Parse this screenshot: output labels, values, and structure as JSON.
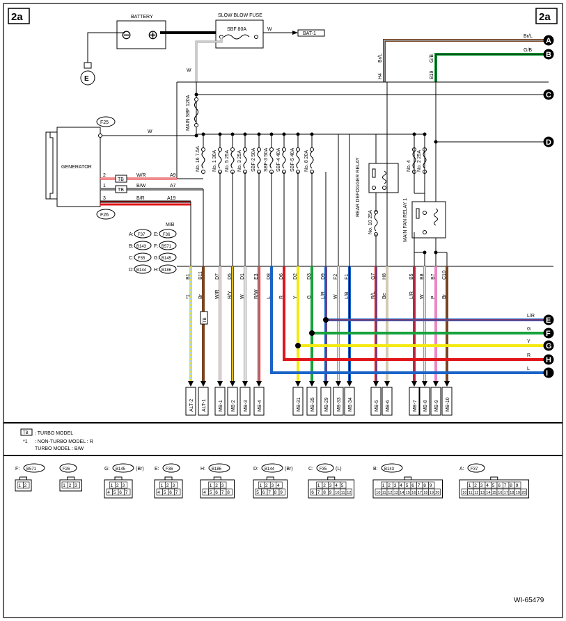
{
  "page": {
    "id_left": "2a",
    "id_right": "2a",
    "ref": "WI-65479"
  },
  "colors": {
    "line": "#000000",
    "red": "#e0151a",
    "blue": "#1a63c7",
    "green": "#17a23c",
    "yellow": "#f4ea12",
    "brown": "#7a4420",
    "pink": "#ea87c4",
    "beige": "#d5c9b3",
    "light_blue": "#a9d1ee",
    "white_wire": "#9a9a9a"
  },
  "battery": {
    "label": "BATTERY",
    "minus": "⊖",
    "plus": "⊕"
  },
  "fuse_box": {
    "label": "SLOW BLOW FUSE",
    "fuse": "SBF 80A",
    "wire": "W",
    "dest": "BAT-1"
  },
  "ground": {
    "label": "E"
  },
  "main_sbf": {
    "label": "MAIN SBF 120A",
    "wire": "W"
  },
  "generator": {
    "label": "GENERATOR",
    "conn_top": "F25",
    "conn_bot": "F26",
    "wire_top": "W",
    "pins": [
      {
        "pin": "2",
        "tb": "TB",
        "wire": "W/R",
        "term": "A9"
      },
      {
        "pin": "1",
        "tb": "TB",
        "wire": "B/W",
        "term": "A7"
      },
      {
        "pin": "3",
        "tb": "",
        "wire": "B/R",
        "term": "A19"
      }
    ]
  },
  "mb_legend": {
    "title": "M/B",
    "items": [
      {
        "k": "A:",
        "v": "F37"
      },
      {
        "k": "E:",
        "v": "F36"
      },
      {
        "k": "B:",
        "v": "B143"
      },
      {
        "k": "F:",
        "v": "B571"
      },
      {
        "k": "C:",
        "v": "F35"
      },
      {
        "k": "G:",
        "v": "B145"
      },
      {
        "k": "D:",
        "v": "B144"
      },
      {
        "k": "H:",
        "v": "B186"
      }
    ]
  },
  "buses": [
    {
      "letter": "A",
      "wire": "Br/L",
      "top_code": "H4",
      "top_wire": "Br/L"
    },
    {
      "letter": "B",
      "wire": "G/B",
      "top_code": "B19",
      "top_wire": "G/B"
    },
    {
      "letter": "C",
      "wire": ""
    },
    {
      "letter": "D",
      "wire": ""
    },
    {
      "letter": "E",
      "wire": "L/R"
    },
    {
      "letter": "F",
      "wire": "G"
    },
    {
      "letter": "G",
      "wire": "Y"
    },
    {
      "letter": "H",
      "wire": "R"
    },
    {
      "letter": "I",
      "wire": "L"
    }
  ],
  "fuses": [
    {
      "label": "No. 16 7.5A"
    },
    {
      "label": "No. 1 30A"
    },
    {
      "label": "No. 5 25A"
    },
    {
      "label": "No. 3 25A"
    },
    {
      "label": "SBF-2 50A"
    },
    {
      "label": "SBF-3 50A"
    },
    {
      "label": "SBF-4 40A"
    },
    {
      "label": "SBF-5 40A"
    },
    {
      "label": "No. 8 20A"
    },
    {
      "label": "No. 10 25A"
    },
    {
      "label": "No. 4"
    },
    {
      "label": "No. 2 25A"
    }
  ],
  "relays": {
    "rear_defogger": "REAR DEFOGGER RELAY",
    "main_fan": "MAIN FAN RELAY 1"
  },
  "terminals": [
    {
      "code": "B1",
      "wire": "*1",
      "dest": "ALT-2"
    },
    {
      "code": "B11",
      "wire": "Br",
      "dest": "ALT-1"
    },
    {
      "code": "D7",
      "wire": "W/R",
      "dest": "MB-1"
    },
    {
      "code": "D5",
      "wire": "R/Y",
      "dest": "MB-2"
    },
    {
      "code": "D1",
      "wire": "W",
      "dest": "MB-3"
    },
    {
      "code": "E3",
      "wire": "R/W",
      "dest": "MB-4"
    },
    {
      "code": "D8",
      "wire": "L",
      "dest": ""
    },
    {
      "code": "D6",
      "wire": "R",
      "dest": ""
    },
    {
      "code": "D2",
      "wire": "Y",
      "dest": "MB-31"
    },
    {
      "code": "D3",
      "wire": "G",
      "dest": "MB-35"
    },
    {
      "code": "D9",
      "wire": "L/R",
      "dest": "MB-29"
    },
    {
      "code": "F2",
      "wire": "W",
      "dest": "MB-33"
    },
    {
      "code": "F1",
      "wire": "L/B",
      "dest": "MB-34"
    },
    {
      "code": "G7",
      "wire": "R/L",
      "dest": "MB-5"
    },
    {
      "code": "H8",
      "wire": "Be",
      "dest": "MB-6"
    },
    {
      "code": "B5",
      "wire": "L/R",
      "dest": "MB-7"
    },
    {
      "code": "B8",
      "wire": "W",
      "dest": "MB-8"
    },
    {
      "code": "B7",
      "wire": "P",
      "dest": "MB-9"
    },
    {
      "code": "C10",
      "wire": "Br",
      "dest": "MB-10"
    }
  ],
  "tb_tag": "TB",
  "notes": {
    "tb_key": "TB",
    "tb": ": TURBO MODEL",
    "star": "*1",
    "non_turbo": ": NON-TURBO MODEL  : R",
    "turbo": "TURBO MODEL  : B/W"
  },
  "connectors": [
    {
      "key": "F:",
      "id": "B571",
      "suffix": "",
      "rows": [
        [
          "1",
          "2"
        ]
      ]
    },
    {
      "key": "",
      "id": "F26",
      "suffix": "",
      "rows": [
        [
          "1",
          "2",
          "3"
        ]
      ]
    },
    {
      "key": "G:",
      "id": "B145",
      "suffix": "(Br)",
      "rows": [
        [
          "1",
          "2",
          "3"
        ],
        [
          "4",
          "5",
          "6",
          "7"
        ]
      ]
    },
    {
      "key": "E:",
      "id": "F36",
      "suffix": "",
      "rows": [
        [
          "1",
          "2",
          "3"
        ],
        [
          "4",
          "5",
          "6",
          "7"
        ]
      ]
    },
    {
      "key": "H:",
      "id": "B186",
      "suffix": "",
      "rows": [
        [
          "1",
          "2",
          "3"
        ],
        [
          "4",
          "5",
          "6",
          "7",
          "8"
        ]
      ]
    },
    {
      "key": "D:",
      "id": "B144",
      "suffix": "(Br)",
      "rows": [
        [
          "1",
          "2",
          "3",
          "4"
        ],
        [
          "5",
          "6",
          "7",
          "8",
          "9"
        ]
      ]
    },
    {
      "key": "C:",
      "id": "F35",
      "suffix": "(L)",
      "rows": [
        [
          "1",
          "2",
          "3",
          "4",
          "5"
        ],
        [
          "6",
          "7",
          "8",
          "9",
          "10",
          "11",
          "12"
        ]
      ]
    },
    {
      "key": "B:",
      "id": "B143",
      "suffix": "",
      "rows": [
        [
          "1",
          "2",
          "3",
          "4",
          "5",
          "6",
          "7",
          "8",
          "9"
        ],
        [
          "10",
          "11",
          "12",
          "13",
          "14",
          "15",
          "16",
          "17",
          "18",
          "19",
          "20"
        ]
      ]
    },
    {
      "key": "A:",
      "id": "F37",
      "suffix": "",
      "rows": [
        [
          "1",
          "2",
          "3",
          "4",
          "5",
          "6",
          "7",
          "8",
          "9"
        ],
        [
          "10",
          "11",
          "12",
          "13",
          "14",
          "15",
          "16",
          "17",
          "18",
          "19",
          "20"
        ]
      ]
    }
  ]
}
